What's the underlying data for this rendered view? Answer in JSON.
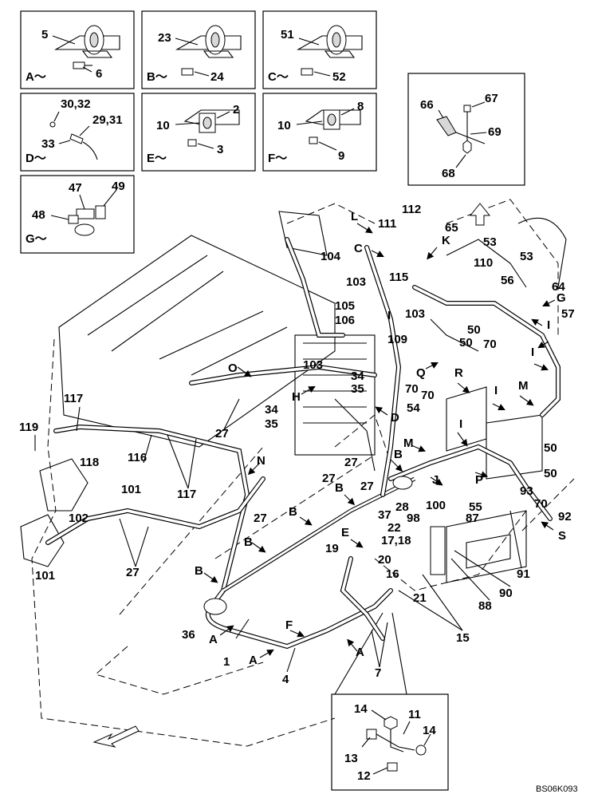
{
  "detail_boxes": [
    {
      "key": "A",
      "label": "A～",
      "parts": [
        "5",
        "6"
      ]
    },
    {
      "key": "B",
      "label": "B～",
      "parts": [
        "23",
        "24"
      ]
    },
    {
      "key": "C",
      "label": "C～",
      "parts": [
        "51",
        "52"
      ]
    },
    {
      "key": "D",
      "label": "D～",
      "parts": [
        "30,32",
        "29,31",
        "33"
      ]
    },
    {
      "key": "E",
      "label": "E～",
      "parts": [
        "2",
        "10",
        "3"
      ]
    },
    {
      "key": "F",
      "label": "F～",
      "parts": [
        "8",
        "10",
        "9"
      ]
    },
    {
      "key": "G",
      "label": "G～",
      "parts": [
        "47",
        "49",
        "48"
      ]
    },
    {
      "key": "P",
      "label": "",
      "parts": [
        "66",
        "67",
        "69",
        "68"
      ]
    },
    {
      "key": "Clamp",
      "label": "",
      "parts": [
        "14",
        "11",
        "14",
        "13",
        "12"
      ]
    }
  ],
  "arrow_labels": [
    "L",
    "K",
    "C",
    "G",
    "I",
    "I",
    "O",
    "H",
    "D",
    "Q",
    "R",
    "I",
    "M",
    "I",
    "M",
    "N",
    "B",
    "B",
    "J",
    "P",
    "B",
    "E",
    "S",
    "B",
    "B",
    "F",
    "A",
    "A",
    "A",
    "I"
  ],
  "part_labels": [
    "112",
    "111",
    "65",
    "53",
    "104",
    "53",
    "110",
    "115",
    "103",
    "56",
    "64",
    "105",
    "103",
    "57",
    "106",
    "50",
    "109",
    "50",
    "70",
    "103",
    "34",
    "35",
    "70",
    "70",
    "54",
    "34",
    "35",
    "117",
    "119",
    "27",
    "50",
    "116",
    "118",
    "117",
    "27",
    "27",
    "27",
    "50",
    "101",
    "93",
    "28",
    "100",
    "55",
    "70",
    "37",
    "22",
    "98",
    "92",
    "102",
    "27",
    "87",
    "17,18",
    "19",
    "20",
    "16",
    "91",
    "101",
    "27",
    "21",
    "90",
    "88",
    "36",
    "15",
    "1",
    "4",
    "7"
  ],
  "code": "BS06K093"
}
